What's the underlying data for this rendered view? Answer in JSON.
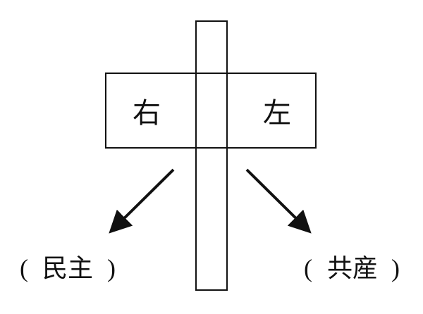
{
  "diagram": {
    "left_label": "右",
    "right_label": "左",
    "bottom_left_label": "民主",
    "bottom_right_label": "共産",
    "paren_open": "(",
    "paren_close": ")"
  }
}
